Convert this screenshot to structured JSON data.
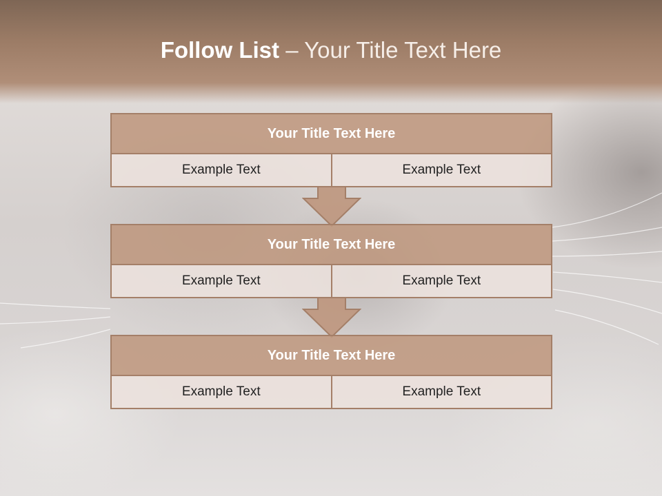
{
  "title": {
    "main": "Follow List",
    "rest": " – Your Title Text Here"
  },
  "blocks": [
    {
      "title": "Your Title Text Here",
      "cells": [
        "Example Text",
        "Example Text"
      ]
    },
    {
      "title": "Your Title Text Here",
      "cells": [
        "Example Text",
        "Example Text"
      ]
    },
    {
      "title": "Your Title Text Here",
      "cells": [
        "Example Text",
        "Example Text"
      ]
    }
  ],
  "colors": {
    "header": "#9c7c66",
    "block_head": "#be967d",
    "border": "#a47f68",
    "cell": "#ece1dd"
  }
}
